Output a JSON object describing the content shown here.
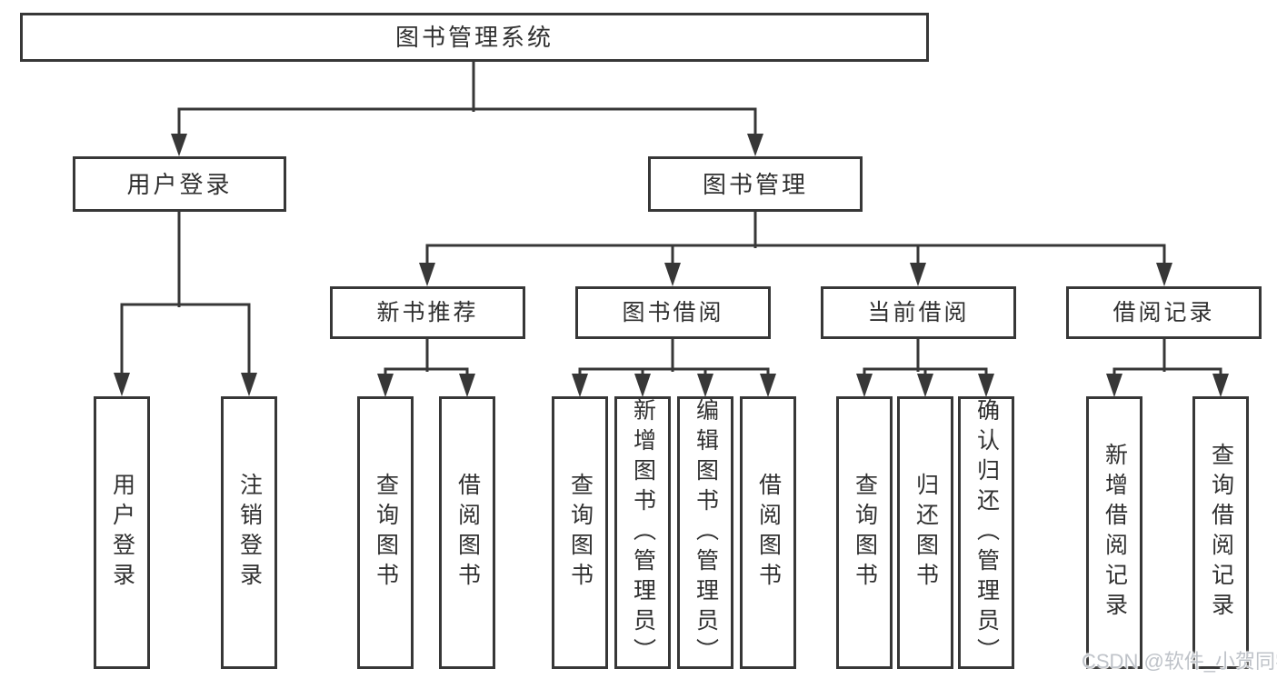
{
  "diagram": {
    "root": "图书管理系统",
    "user_branch": {
      "label": "用户登录",
      "children": [
        "用户登录",
        "注销登录"
      ]
    },
    "book_branch": {
      "label": "图书管理",
      "groups": [
        {
          "label": "新书推荐",
          "children": [
            "查询图书",
            "借阅图书"
          ]
        },
        {
          "label": "图书借阅",
          "children": [
            "查询图书",
            "新增图书（管理员）",
            "编辑图书（管理员）",
            "借阅图书"
          ]
        },
        {
          "label": "当前借阅",
          "children": [
            "查询图书",
            "归还图书",
            "确认归还（管理员）"
          ]
        },
        {
          "label": "借阅记录",
          "children": [
            "新增借阅记录",
            "查询借阅记录"
          ]
        }
      ]
    },
    "colors": {
      "line": "#373737",
      "text": "#303030",
      "background": "#ffffff",
      "watermark": "#bfc3c9"
    },
    "watermark": "CSDN @软件_小贺同学"
  }
}
